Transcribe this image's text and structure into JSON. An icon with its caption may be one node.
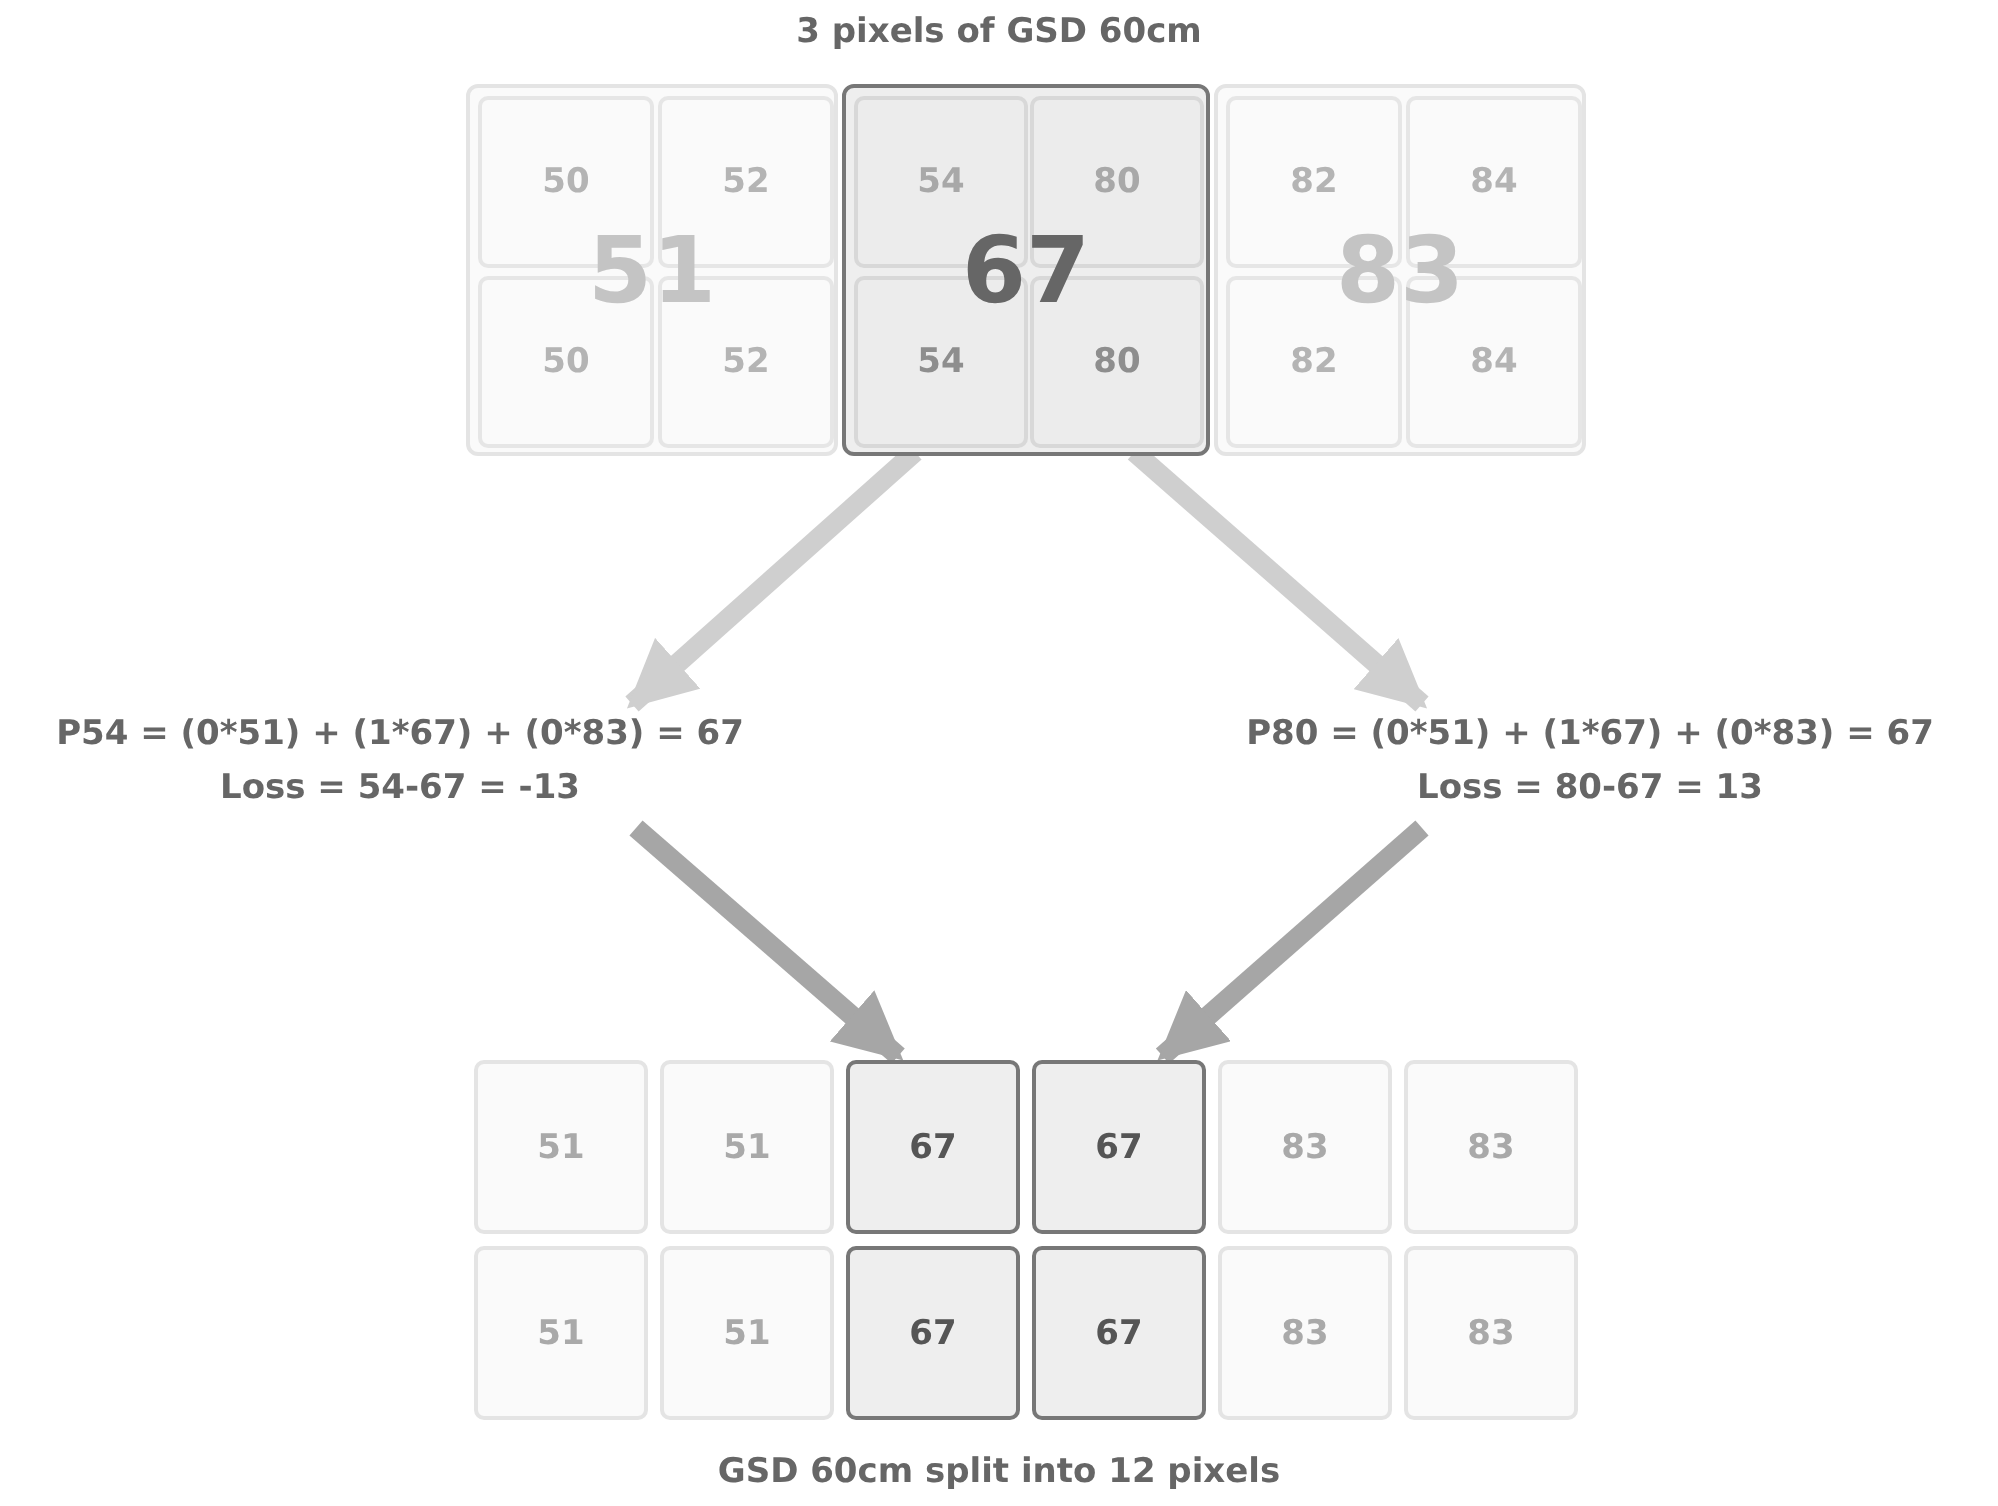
{
  "diagram": {
    "title": "3 pixels of GSD 60cm",
    "caption": "GSD 60cm split into 12 pixels",
    "nodes": [
      {
        "text": [
          "51"
        ]
      },
      {
        "text": [
          "50"
        ],
        "in": 0
      },
      {
        "text": [
          "52"
        ],
        "in": 0
      },
      {
        "text": [
          "50"
        ],
        "in": 0
      },
      {
        "text": [
          "52"
        ],
        "in": 0
      },
      {
        "text": [
          "67"
        ]
      },
      {
        "text": [
          "54"
        ],
        "in": 5
      },
      {
        "text": [
          "80"
        ],
        "in": 5
      },
      {
        "text": [
          "54"
        ],
        "in": 5
      },
      {
        "text": [
          "80"
        ],
        "in": 5
      },
      {
        "text": [
          "83"
        ]
      },
      {
        "text": [
          "82"
        ],
        "in": 10
      },
      {
        "text": [
          "84"
        ],
        "in": 10
      },
      {
        "text": [
          "82"
        ],
        "in": 10
      },
      {
        "text": [
          "84"
        ],
        "in": 10
      },
      {
        "text": [
          "P54 = (0*51) + (1*67) + (0*83) = 67",
          "Loss = 54-67 = -13"
        ]
      },
      {
        "text": [
          "P80 = (0*51) + (1*67) + (0*83) = 67",
          "Loss = 80-67 = 13"
        ]
      },
      {
        "text": [
          "51"
        ]
      },
      {
        "text": [
          "51"
        ]
      },
      {
        "text": [
          "67"
        ]
      },
      {
        "text": [
          "67"
        ]
      },
      {
        "text": [
          "83"
        ]
      },
      {
        "text": [
          "83"
        ]
      },
      {
        "text": [
          "51"
        ]
      },
      {
        "text": [
          "51"
        ]
      },
      {
        "text": [
          "67"
        ]
      },
      {
        "text": [
          "67"
        ]
      },
      {
        "text": [
          "83"
        ]
      },
      {
        "text": [
          "83"
        ]
      }
    ],
    "edges": [
      {
        "from": 8,
        "to": 15,
        "arrow": "to"
      },
      {
        "from": 9,
        "to": 16,
        "arrow": "to"
      },
      {
        "from": 15,
        "to": 19,
        "arrow": "to"
      },
      {
        "from": 16,
        "to": 20,
        "arrow": "to"
      }
    ]
  }
}
